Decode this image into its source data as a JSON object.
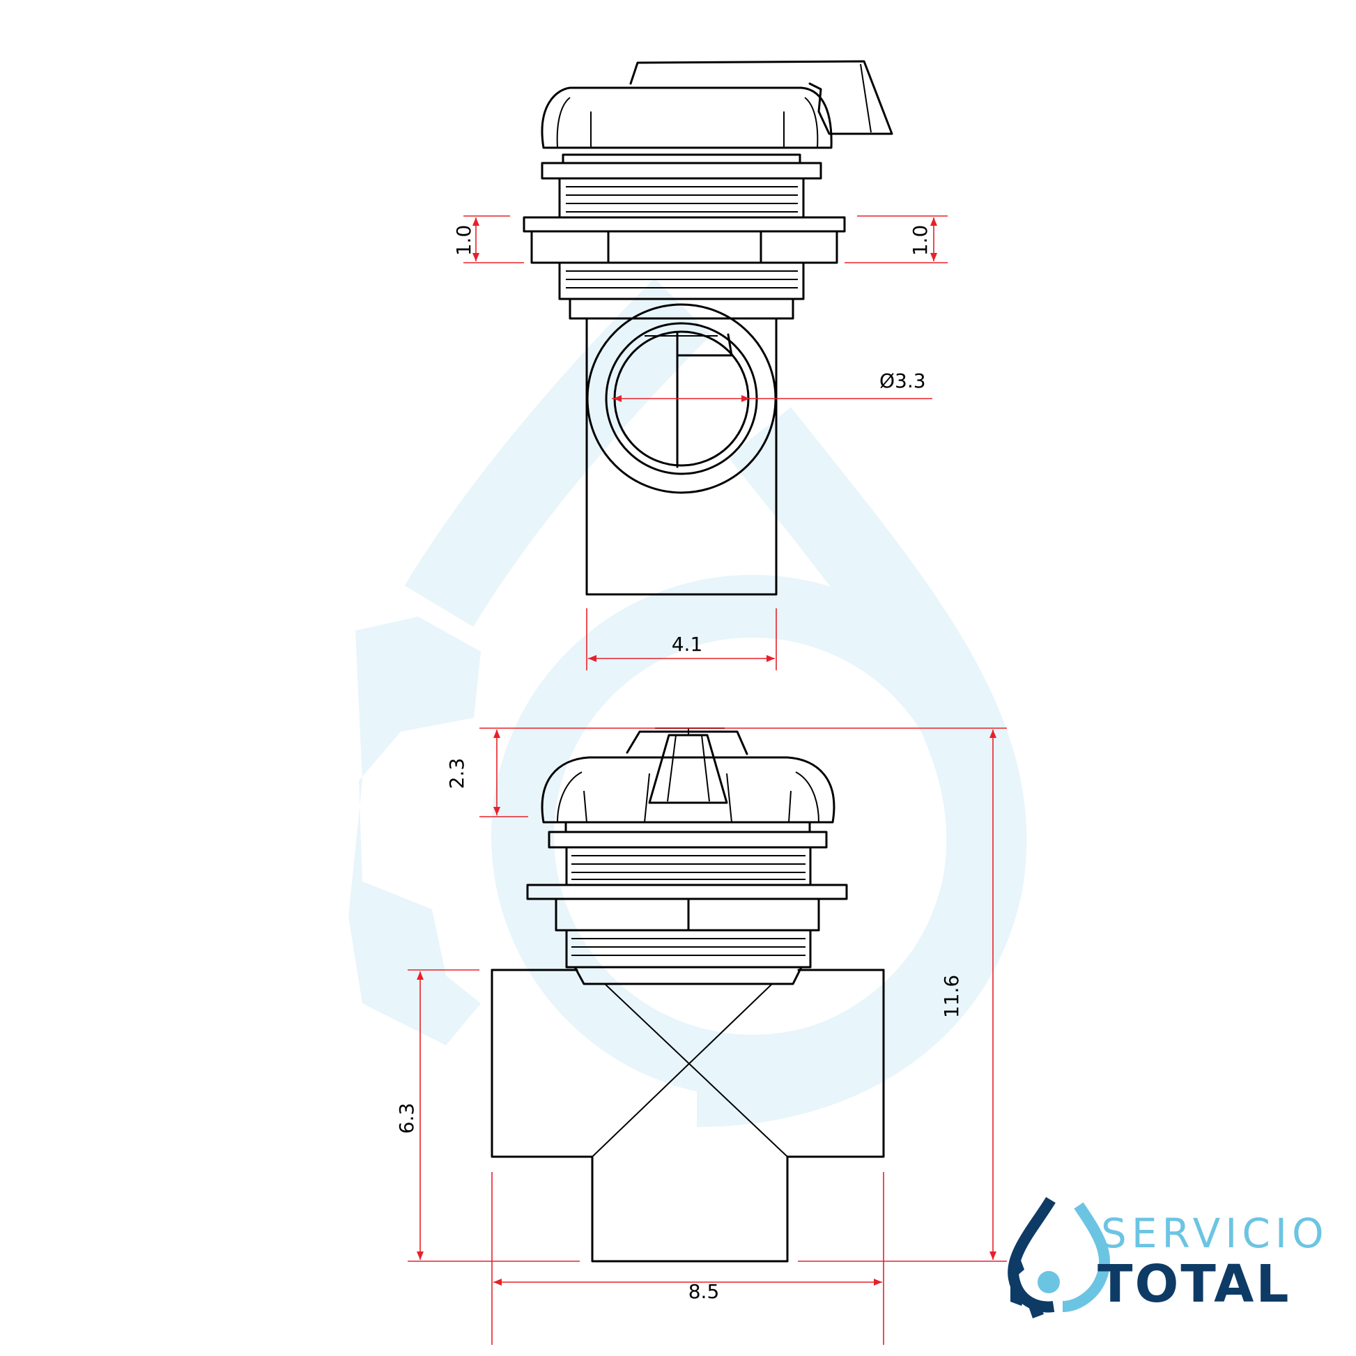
{
  "dimensions": {
    "flange_left": "1.0",
    "flange_right": "1.0",
    "diameter": "Ø3.3",
    "body_width": "4.1",
    "cap_height": "2.3",
    "total_height": "11.6",
    "tee_height": "6.3",
    "tee_width": "8.5"
  },
  "brand": {
    "line1": "SERVICIO",
    "line2": "TOTAL",
    "colors": {
      "light": "#6cc4e3",
      "dark": "#0e3b66",
      "watermark": "#e8f5fb"
    },
    "icon": "water-drop-gear-logo"
  }
}
